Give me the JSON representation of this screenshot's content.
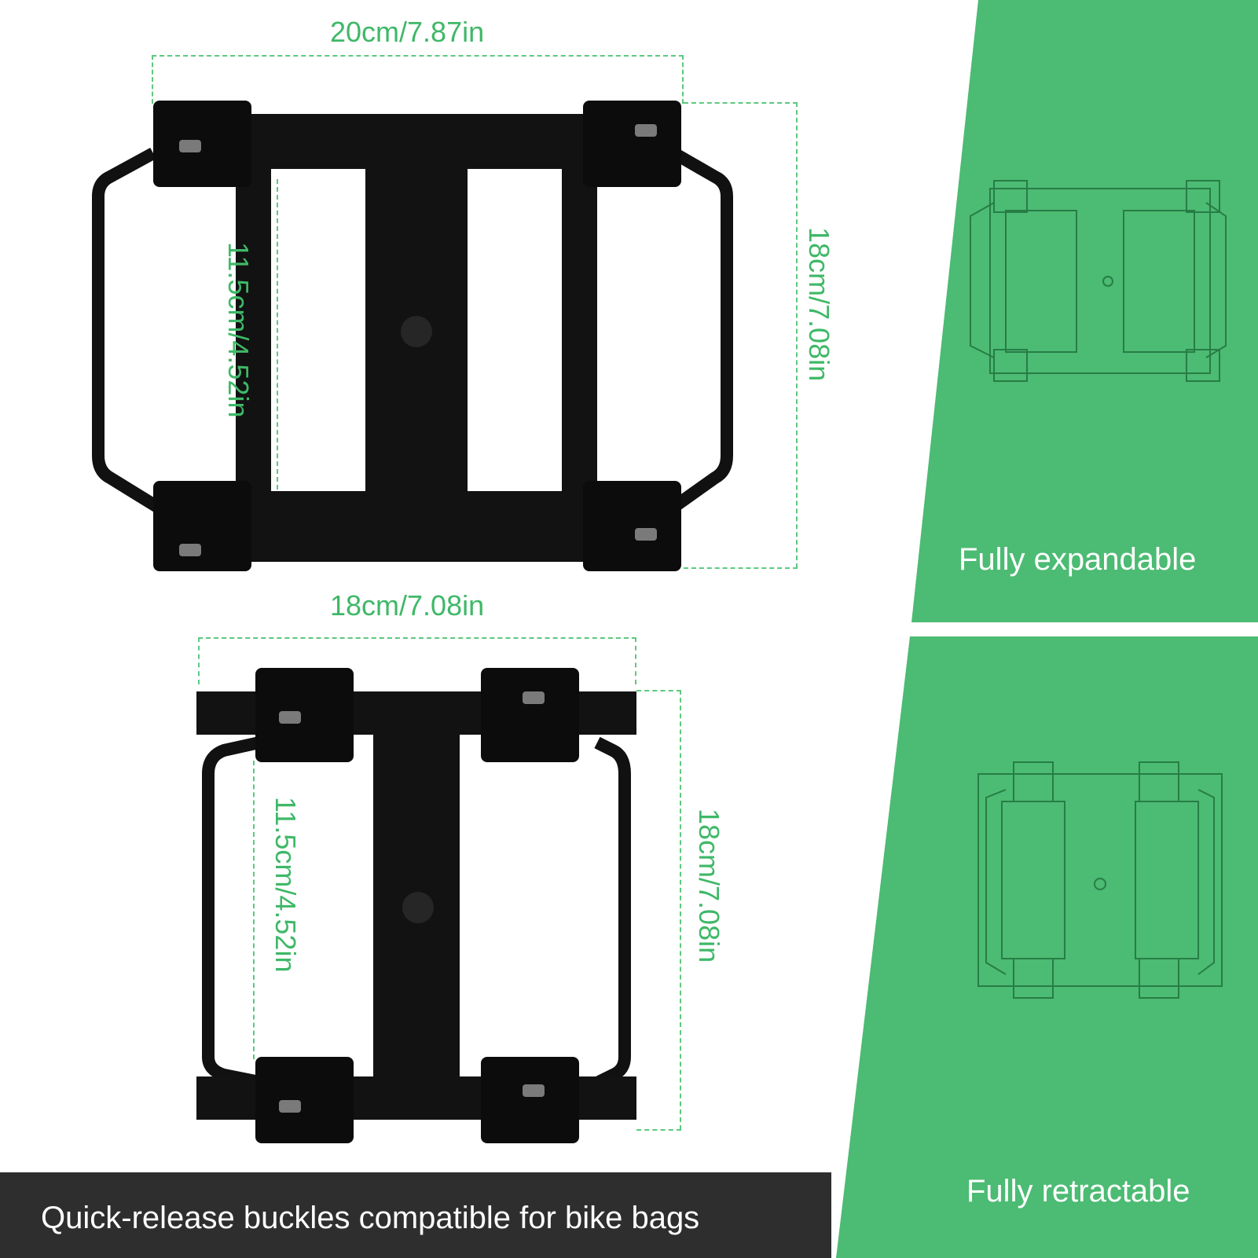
{
  "colors": {
    "accent_green": "#4cbb73",
    "dimension_green": "#3fb868",
    "banner_dark": "#2e2e2e",
    "product_black": "#111111"
  },
  "top_view": {
    "width_label": "20cm/7.87in",
    "inner_height_label": "11.5cm/4.52in",
    "outer_height_label": "18cm/7.08in"
  },
  "bottom_view": {
    "width_label": "18cm/7.08in",
    "inner_height_label": "11.5cm/4.52in",
    "outer_height_label": "18cm/7.08in"
  },
  "panels": {
    "expanded_caption": "Fully expandable",
    "retracted_caption": "Fully retractable"
  },
  "banner": {
    "text": "Quick-release buckles compatible for bike bags"
  }
}
